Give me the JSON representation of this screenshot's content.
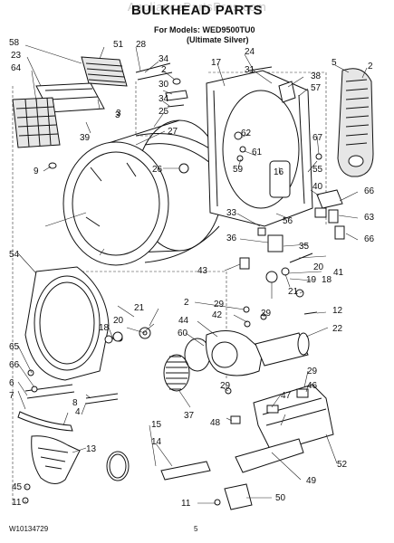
{
  "watermark": "AppliancePartsPros.com",
  "title": "BULKHEAD PARTS",
  "models_line": "For Models: WED9500TU0",
  "variant_line": "(Ultimate Silver)",
  "doc_number": "W10134729",
  "page_number": "5",
  "callouts": [
    "58",
    "51",
    "28",
    "23",
    "64",
    "34",
    "2",
    "30",
    "34",
    "25",
    "17",
    "24",
    "31",
    "38",
    "57",
    "5",
    "2",
    "3",
    "39",
    "9",
    "27",
    "26",
    "62",
    "61",
    "59",
    "16",
    "67",
    "55",
    "40",
    "66",
    "63",
    "66",
    "56",
    "33",
    "36",
    "35",
    "43",
    "41",
    "20",
    "19",
    "18",
    "21",
    "54",
    "2",
    "29",
    "42",
    "20",
    "21",
    "18",
    "44",
    "29",
    "12",
    "60",
    "22",
    "65",
    "66",
    "6",
    "7",
    "8",
    "4",
    "37",
    "29",
    "46",
    "47",
    "48",
    "29",
    "15",
    "14",
    "13",
    "45",
    "11",
    "49",
    "52",
    "50",
    "11",
    "3"
  ]
}
